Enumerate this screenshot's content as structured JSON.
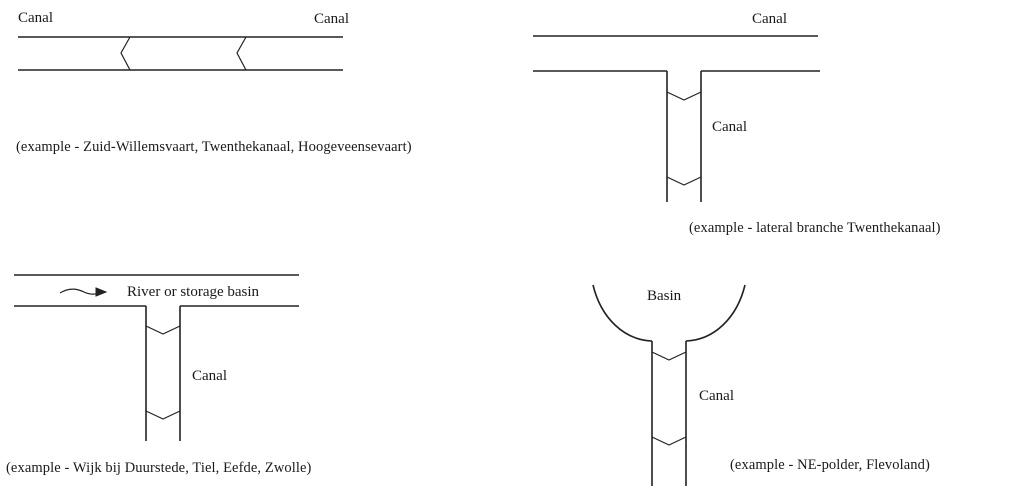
{
  "panel_top_left": {
    "canal_left": "Canal",
    "canal_right": "Canal",
    "caption": "(example - Zuid-Willemsvaart, Twenthekanaal, Hoogeveensevaart)"
  },
  "panel_top_right": {
    "main_canal": "Canal",
    "branch_canal": "Canal",
    "caption": "(example - lateral branche Twenthekanaal)"
  },
  "panel_bottom_left": {
    "river": "River or storage basin",
    "canal": "Canal",
    "caption": "(example -  Wijk bij Duurstede, Tiel, Eefde, Zwolle)"
  },
  "panel_bottom_right": {
    "basin": "Basin",
    "canal": "Canal",
    "caption": "(example - NE-polder, Flevoland)"
  }
}
